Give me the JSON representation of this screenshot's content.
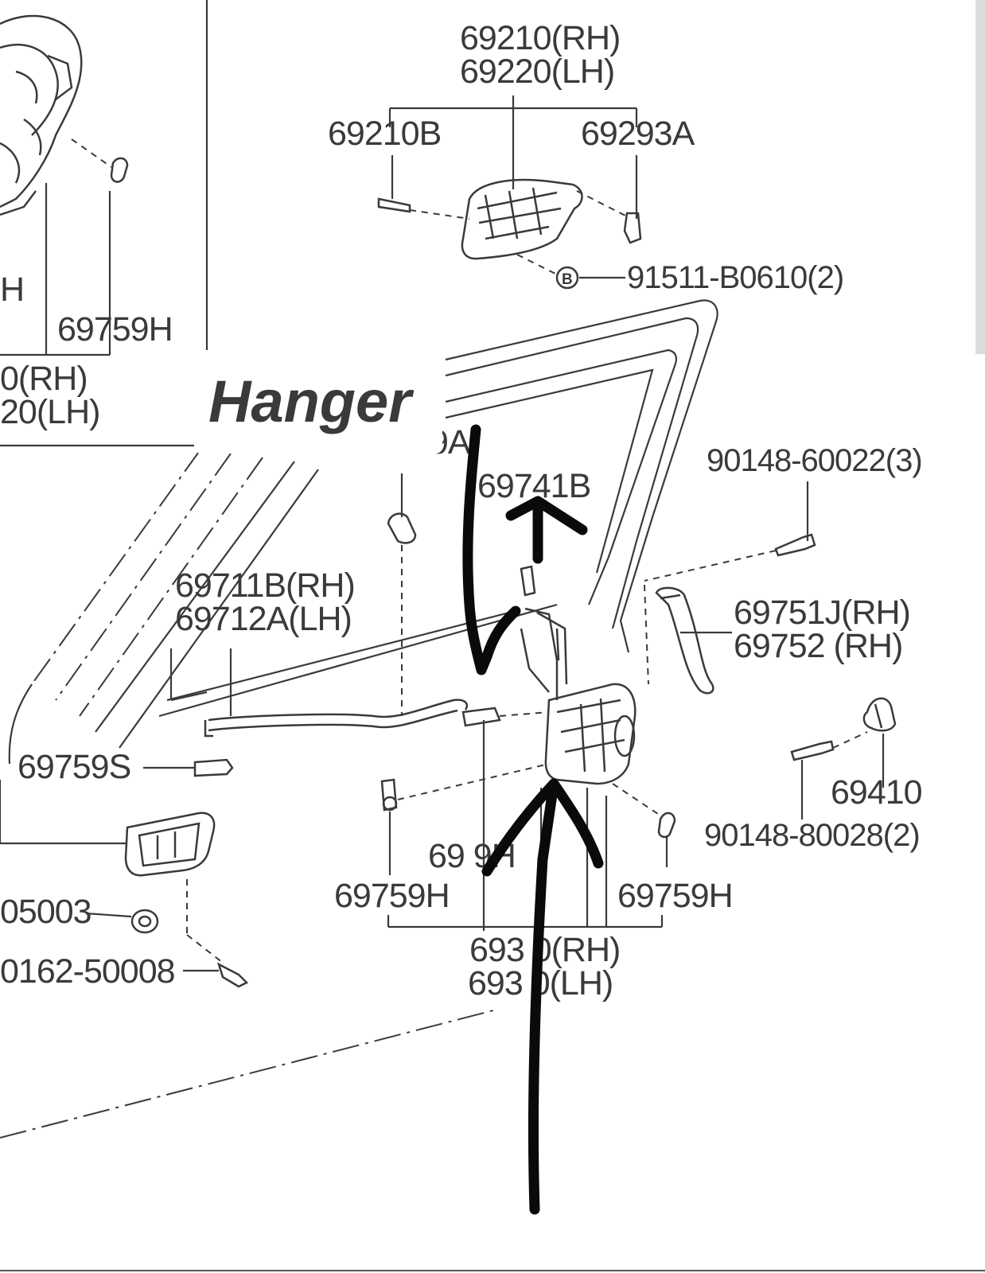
{
  "callouts": {
    "inside_handle_rh": "69210(RH)",
    "inside_handle_lh": "69220(LH)",
    "part_69210b": "69210B",
    "part_69293a": "69293A",
    "screw_91511": "91511-B0610(2)",
    "clip_top_left": "69759H",
    "left_rh_partial": "0(RH)",
    "left_lh_partial": "20(LH)",
    "left_h_partial": "H",
    "part_9a_partial": "9A",
    "part_69741b": "69741B",
    "bolt_90148_60022": "90148-60022(3)",
    "rod_rh": "69711B(RH)",
    "rod_lh": "69712A(LH)",
    "part_69751j": "69751J(RH)",
    "part_69752": "69752 (RH)",
    "clip_69759s": "69759S",
    "striker_69410": "69410",
    "bolt_90148_80028": "90148-80028(2)",
    "part_69759h_partial": "69 9H",
    "clip_bottom_left": "69759H",
    "clip_bottom_right": "69759H",
    "latch_rh": "693 0(RH)",
    "latch_lh": "693 0(LH)",
    "part_05003_partial": "05003",
    "part_0162_partial": "0162-50008"
  },
  "annotation": {
    "hanger_label": "Hanger"
  },
  "icons": {
    "screw_symbol": "B"
  }
}
